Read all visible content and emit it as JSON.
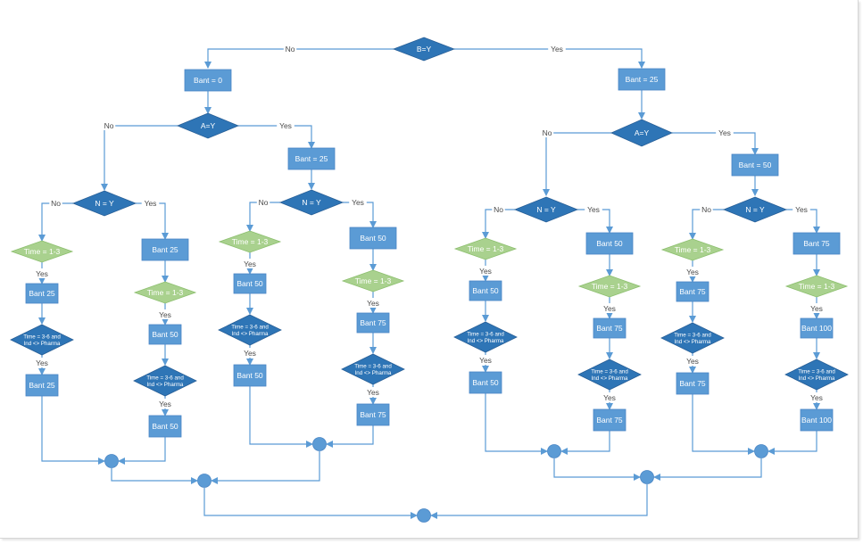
{
  "diagram": {
    "root": {
      "label": "B=Y",
      "no": "No",
      "yes": "Yes"
    },
    "left_branch": {
      "bant": "Bant = 0",
      "decision": {
        "label": "A=Y",
        "no": "No",
        "yes": "Yes"
      },
      "no_path": {
        "decision": {
          "label": "N = Y",
          "no": "No",
          "yes": "Yes"
        },
        "no_path": {
          "time_1_3": "Time = 1-3",
          "yes1": "Yes",
          "bant_a": "Bant 25",
          "time_3_6": "Time = 3-6 and Ind <> Pharma",
          "yes2": "Yes",
          "bant_b": "Bant 25"
        },
        "yes_path": {
          "bant_top": "Bant 25",
          "time_1_3": "Time = 1-3",
          "yes1": "Yes",
          "bant_a": "Bant 50",
          "time_3_6": "Time = 3-6 and Ind <> Pharma",
          "yes2": "Yes",
          "bant_b": "Bant 50"
        }
      },
      "yes_path": {
        "bant": "Bant = 25",
        "decision": {
          "label": "N = Y",
          "no": "No",
          "yes": "Yes"
        },
        "no_path": {
          "time_1_3": "Time = 1-3",
          "yes1": "Yes",
          "bant_a": "Bant 50",
          "time_3_6": "Time = 3-6 and Ind <> Pharma",
          "yes2": "Yes",
          "bant_b": "Bant 50"
        },
        "yes_path": {
          "bant_top": "Bant 50",
          "time_1_3": "Time = 1-3",
          "yes1": "Yes",
          "bant_a": "Bant 75",
          "time_3_6": "Time = 3-6 and Ind <> Pharma",
          "yes2": "Yes",
          "bant_b": "Bant 75"
        }
      }
    },
    "right_branch": {
      "bant": "Bant = 25",
      "decision": {
        "label": "A=Y",
        "no": "No",
        "yes": "Yes"
      },
      "no_path": {
        "decision": {
          "label": "N = Y",
          "no": "No",
          "yes": "Yes"
        },
        "no_path": {
          "time_1_3": "Time = 1-3",
          "yes1": "Yes",
          "bant_a": "Bant 50",
          "time_3_6": "Time = 3-6 and Ind <> Pharma",
          "yes2": "Yes",
          "bant_b": "Bant 50"
        },
        "yes_path": {
          "bant_top": "Bant 50",
          "time_1_3": "Time = 1-3",
          "yes1": "Yes",
          "bant_a": "Bant 75",
          "time_3_6": "Time = 3-6 and Ind <> Pharma",
          "yes2": "Yes",
          "bant_b": "Bant 75"
        }
      },
      "yes_path": {
        "bant": "Bant = 50",
        "decision": {
          "label": "N = Y",
          "no": "No",
          "yes": "Yes"
        },
        "no_path": {
          "time_1_3": "Time = 1-3",
          "yes1": "Yes",
          "bant_a": "Bant 75",
          "time_3_6": "Time = 3-6 and Ind <> Pharma",
          "yes2": "Yes",
          "bant_b": "Bant 75"
        },
        "yes_path": {
          "bant_top": "Bant 75",
          "time_1_3": "Time = 1-3",
          "yes1": "Yes",
          "bant_a": "Bant 100",
          "time_3_6": "Time = 3-6 and Ind <> Pharma",
          "yes2": "Yes",
          "bant_b": "Bant 100"
        }
      }
    },
    "colors": {
      "process": "#5b9bd5",
      "decision": "#2e75b6",
      "time_decision": "#a9d18e",
      "connector": "#5b9bd5",
      "line": "#5b9bd5",
      "text_light": "#ffffff",
      "text_dark": "#ffffff",
      "edge_label": "#4a4a4a"
    }
  }
}
